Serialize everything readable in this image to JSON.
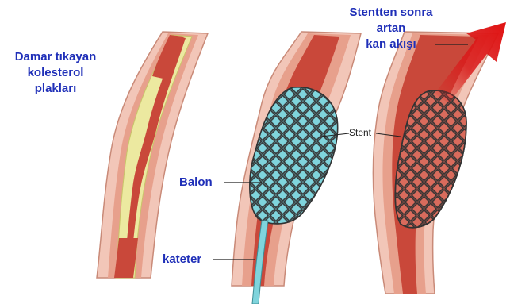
{
  "labels": {
    "plaque": [
      "Damar tıkayan",
      "kolesterol",
      "plakları"
    ],
    "flow": [
      "Stentten sonra",
      "artan",
      "kan akışı"
    ],
    "stent": "Stent",
    "balloon": "Balon",
    "catheter": "kateter"
  },
  "colors": {
    "label_text": "#1f2fb8",
    "vessel_outer": "#f2c6b8",
    "vessel_wall": "#e7a08c",
    "blood": "#c9483a",
    "plaque": "#ece9a0",
    "balloon": "#7fd4dc",
    "stent_mesh": "#3a3a3a",
    "arrow": "#d91c1c"
  }
}
